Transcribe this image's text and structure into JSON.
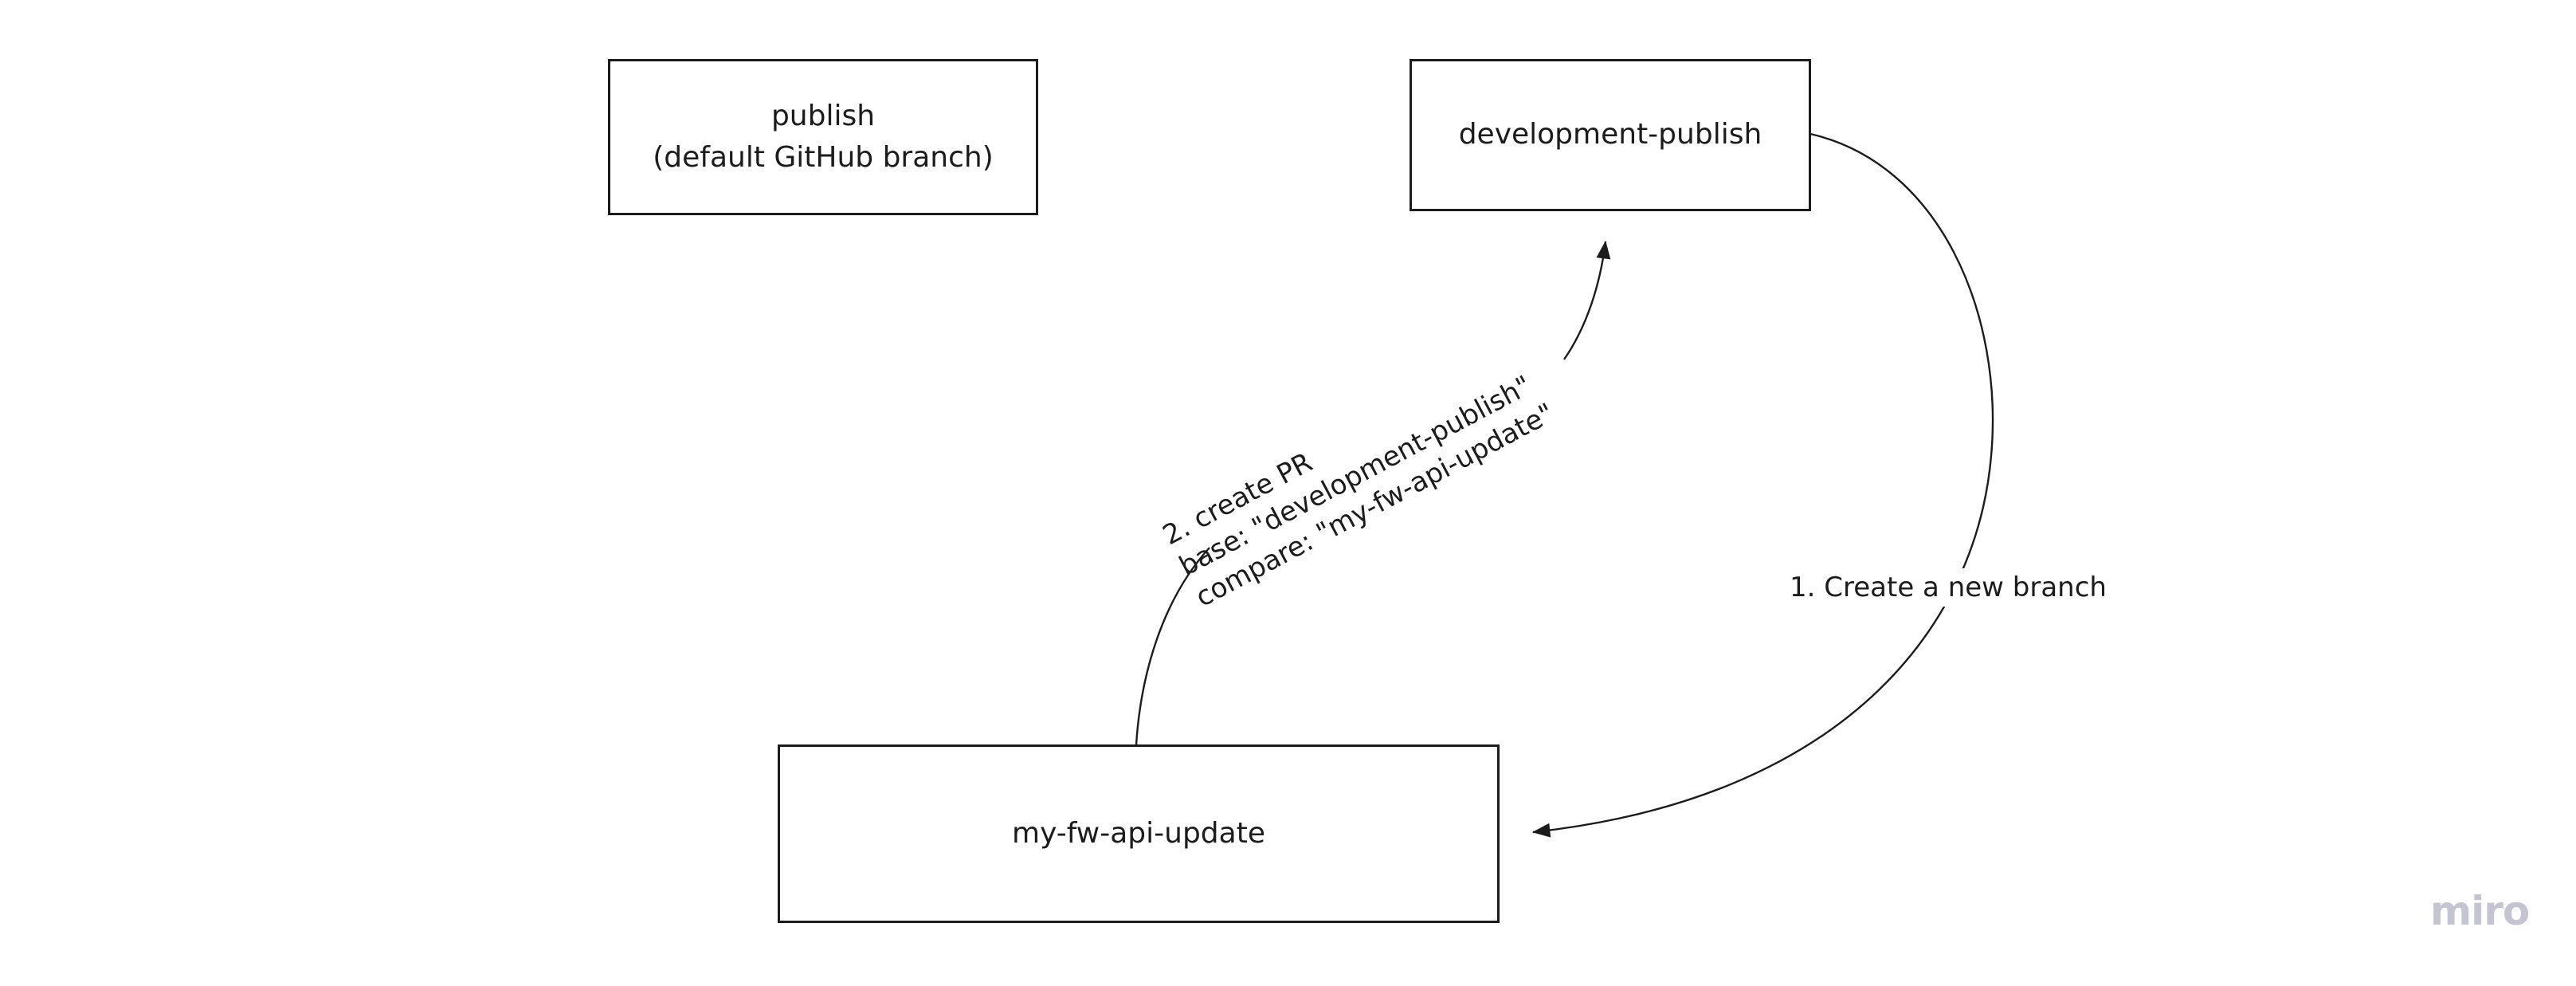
{
  "nodes": {
    "publish": {
      "label_lines": [
        "publish",
        "(default GitHub branch)"
      ]
    },
    "development_publish": {
      "label": "development-publish"
    },
    "my_fw_api_update": {
      "label": "my-fw-api-update"
    }
  },
  "edges": {
    "create_branch": {
      "label": "1. Create a new branch",
      "from": "development-publish",
      "to": "my-fw-api-update"
    },
    "create_pr": {
      "label_lines": [
        "2. create PR",
        "base: \"development-publish\"",
        "compare: \"my-fw-api-update\""
      ],
      "from": "my-fw-api-update",
      "to": "development-publish"
    }
  },
  "watermark": {
    "label": "miro",
    "color": "#c5c4d1"
  },
  "style": {
    "stroke_color": "#1c1c1c",
    "text_color": "#1c1c1c",
    "background": "#ffffff"
  }
}
